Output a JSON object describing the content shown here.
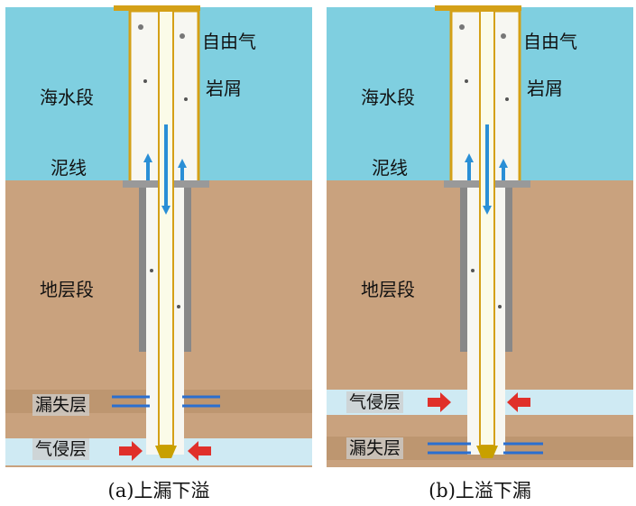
{
  "panel_a": {
    "free_gas_label": "自由气",
    "cuttings_label": "岩屑",
    "seawater_label": "海水段",
    "mudline_label": "泥线",
    "formation_label": "地层段",
    "upper_layer_label": "漏失层",
    "lower_layer_label": "气侵层",
    "caption": "(a)上漏下溢"
  },
  "panel_b": {
    "free_gas_label": "自由气",
    "cuttings_label": "岩屑",
    "seawater_label": "海水段",
    "mudline_label": "泥线",
    "formation_label": "地层段",
    "upper_layer_label": "气侵层",
    "lower_layer_label": "漏失层",
    "caption": "(b)上溢下漏"
  },
  "colors": {
    "seawater": "#7fcfe0",
    "formation": "#c9a27e",
    "gas_layer": "#cfeaf3",
    "casing": "#d4a017",
    "flow_arrow": "#2a8fd6",
    "influx_arrow": "#e0302a",
    "loss_arrow": "#2a6fd0"
  }
}
